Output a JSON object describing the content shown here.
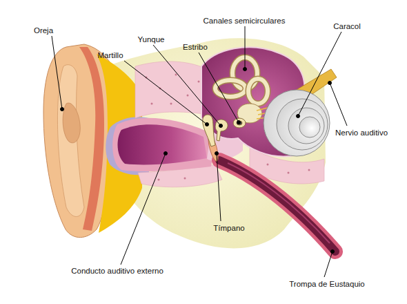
{
  "diagram": {
    "labels": [
      "Canales semicirculares",
      "Caracol",
      "Oreja",
      "Yunque",
      "Estribo",
      "Martillo",
      "Nervio auditivo",
      "Tímpano",
      "Conducto auditivo externo",
      "Trompa de Eustaquio"
    ]
  }
}
